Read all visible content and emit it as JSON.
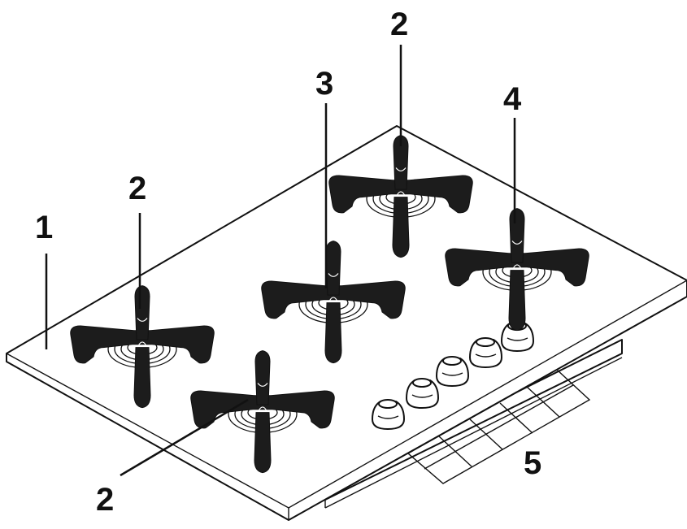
{
  "callouts": {
    "hob_surface": "1",
    "burner_left_back": "2",
    "burner_front": "2",
    "burner_rear": "2",
    "burner_center": "3",
    "burner_right": "4",
    "control_panel": "5"
  },
  "colors": {
    "ink": "#111111",
    "grate": "#1c1c1c",
    "background": "#ffffff"
  },
  "control_knob_count": 5,
  "burner_count": 5
}
